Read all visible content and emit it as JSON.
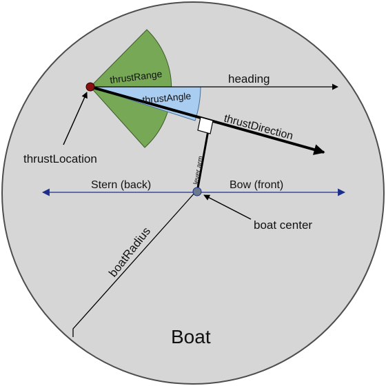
{
  "labels": {
    "thrust_range": "thrustRange",
    "heading": "heading",
    "thrust_angle": "thrustAngle",
    "thrust_direction": "thrustDirection",
    "thrust_location": "thrustLocation",
    "lever_arm": "lever arm",
    "stern": "Stern (back)",
    "bow": "Bow (front)",
    "boat_center": "boat center",
    "boat_radius": "boatRadius",
    "boat": "Boat"
  },
  "colors": {
    "hull_fill": "#d6d6d6",
    "hull_stroke": "#4d4d4d",
    "thrust_range_fill": "#77a856",
    "thrust_angle_fill": "#a8cdf0",
    "thrust_point": "#8b1010",
    "center_point": "#6b7a8f",
    "axis_line": "#1c2f8a",
    "ink": "#000000"
  }
}
